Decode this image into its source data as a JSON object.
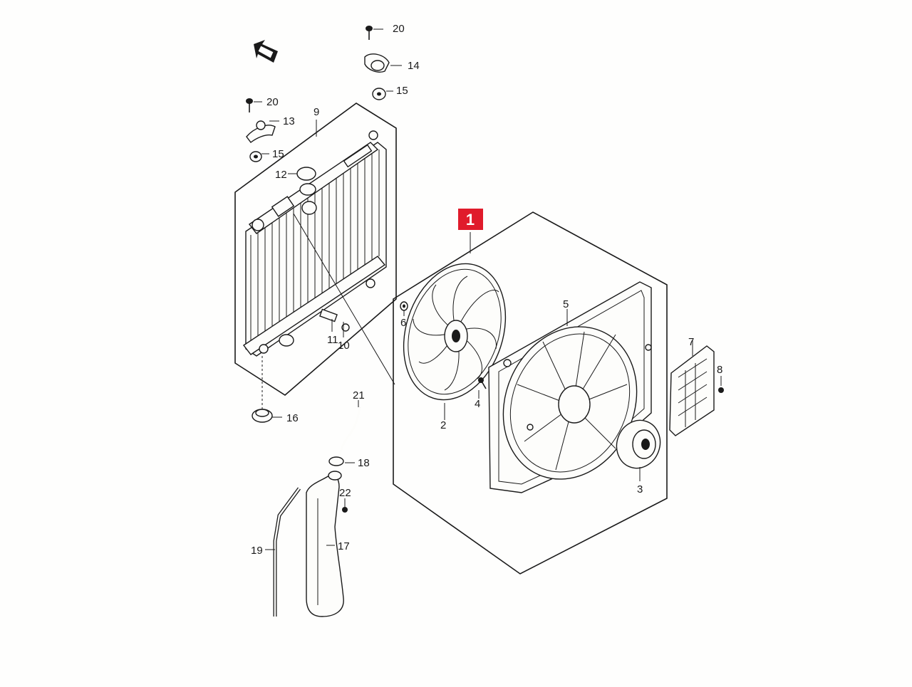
{
  "diagram": {
    "highlight": {
      "label": "1",
      "color": "#e01b2b"
    },
    "callouts": [
      {
        "id": "2",
        "text": "2"
      },
      {
        "id": "3",
        "text": "3"
      },
      {
        "id": "4",
        "text": "4"
      },
      {
        "id": "5",
        "text": "5"
      },
      {
        "id": "6",
        "text": "6"
      },
      {
        "id": "7",
        "text": "7"
      },
      {
        "id": "8",
        "text": "8"
      },
      {
        "id": "9",
        "text": "9"
      },
      {
        "id": "10",
        "text": "10"
      },
      {
        "id": "11",
        "text": "11"
      },
      {
        "id": "12",
        "text": "12"
      },
      {
        "id": "13",
        "text": "13"
      },
      {
        "id": "14",
        "text": "14"
      },
      {
        "id": "15a",
        "text": "15"
      },
      {
        "id": "15b",
        "text": "15"
      },
      {
        "id": "16",
        "text": "16"
      },
      {
        "id": "17",
        "text": "17"
      },
      {
        "id": "18",
        "text": "18"
      },
      {
        "id": "19",
        "text": "19"
      },
      {
        "id": "20a",
        "text": "20"
      },
      {
        "id": "20b",
        "text": "20"
      },
      {
        "id": "21",
        "text": "21"
      },
      {
        "id": "22",
        "text": "22"
      }
    ],
    "line_color": "#1a1a1a"
  }
}
